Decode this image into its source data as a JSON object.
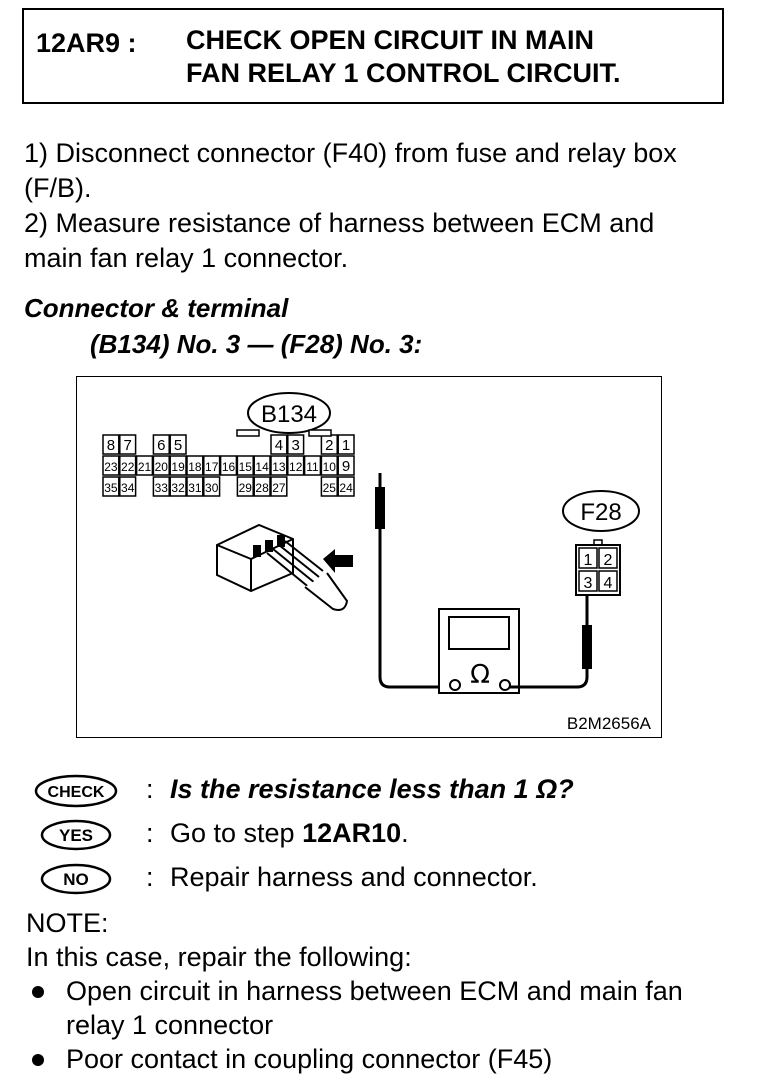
{
  "header": {
    "code": "12AR9 :",
    "title": "CHECK OPEN CIRCUIT IN MAIN\nFAN RELAY 1 CONTROL CIRCUIT."
  },
  "steps": [
    "1)  Disconnect connector (F40) from fuse and relay box (F/B).",
    "2)  Measure resistance of harness between ECM and main fan relay 1 connector."
  ],
  "connector": {
    "heading": "Connector & terminal",
    "terminals": "(B134) No. 3 — (F28) No. 3:"
  },
  "diagram": {
    "b134_label": "B134",
    "f28_label": "F28",
    "figure_id": "B2M2656A",
    "ohm_symbol": "Ω",
    "b134_row1": [
      "8",
      "7",
      "",
      "6",
      "5",
      "",
      "",
      "",
      "",
      "",
      "4",
      "3",
      "",
      "2",
      "1"
    ],
    "b134_row2": [
      "23",
      "22",
      "21",
      "20",
      "19",
      "18",
      "17",
      "16",
      "15",
      "14",
      "13",
      "12",
      "11",
      "10",
      "9"
    ],
    "b134_row3": [
      "35",
      "34",
      "",
      "33",
      "32",
      "31",
      "30",
      "",
      "29",
      "28",
      "27",
      "",
      "",
      "25",
      "24"
    ],
    "f28_pins": [
      "1",
      "2",
      "3",
      "4"
    ]
  },
  "answers": {
    "check_badge": "CHECK",
    "check_text": "Is the resistance less than 1 Ω?",
    "yes_badge": "YES",
    "yes_text_prefix": "Go to step ",
    "yes_step": "12AR10",
    "yes_text_suffix": ".",
    "no_badge": "NO",
    "no_text": "Repair harness and connector.",
    "colon": ":"
  },
  "note": {
    "label": "NOTE:",
    "intro": "In this case, repair the following:",
    "items": [
      "Open circuit in harness between ECM and main fan relay 1 connector",
      "Poor contact in coupling connector (F45)"
    ]
  }
}
